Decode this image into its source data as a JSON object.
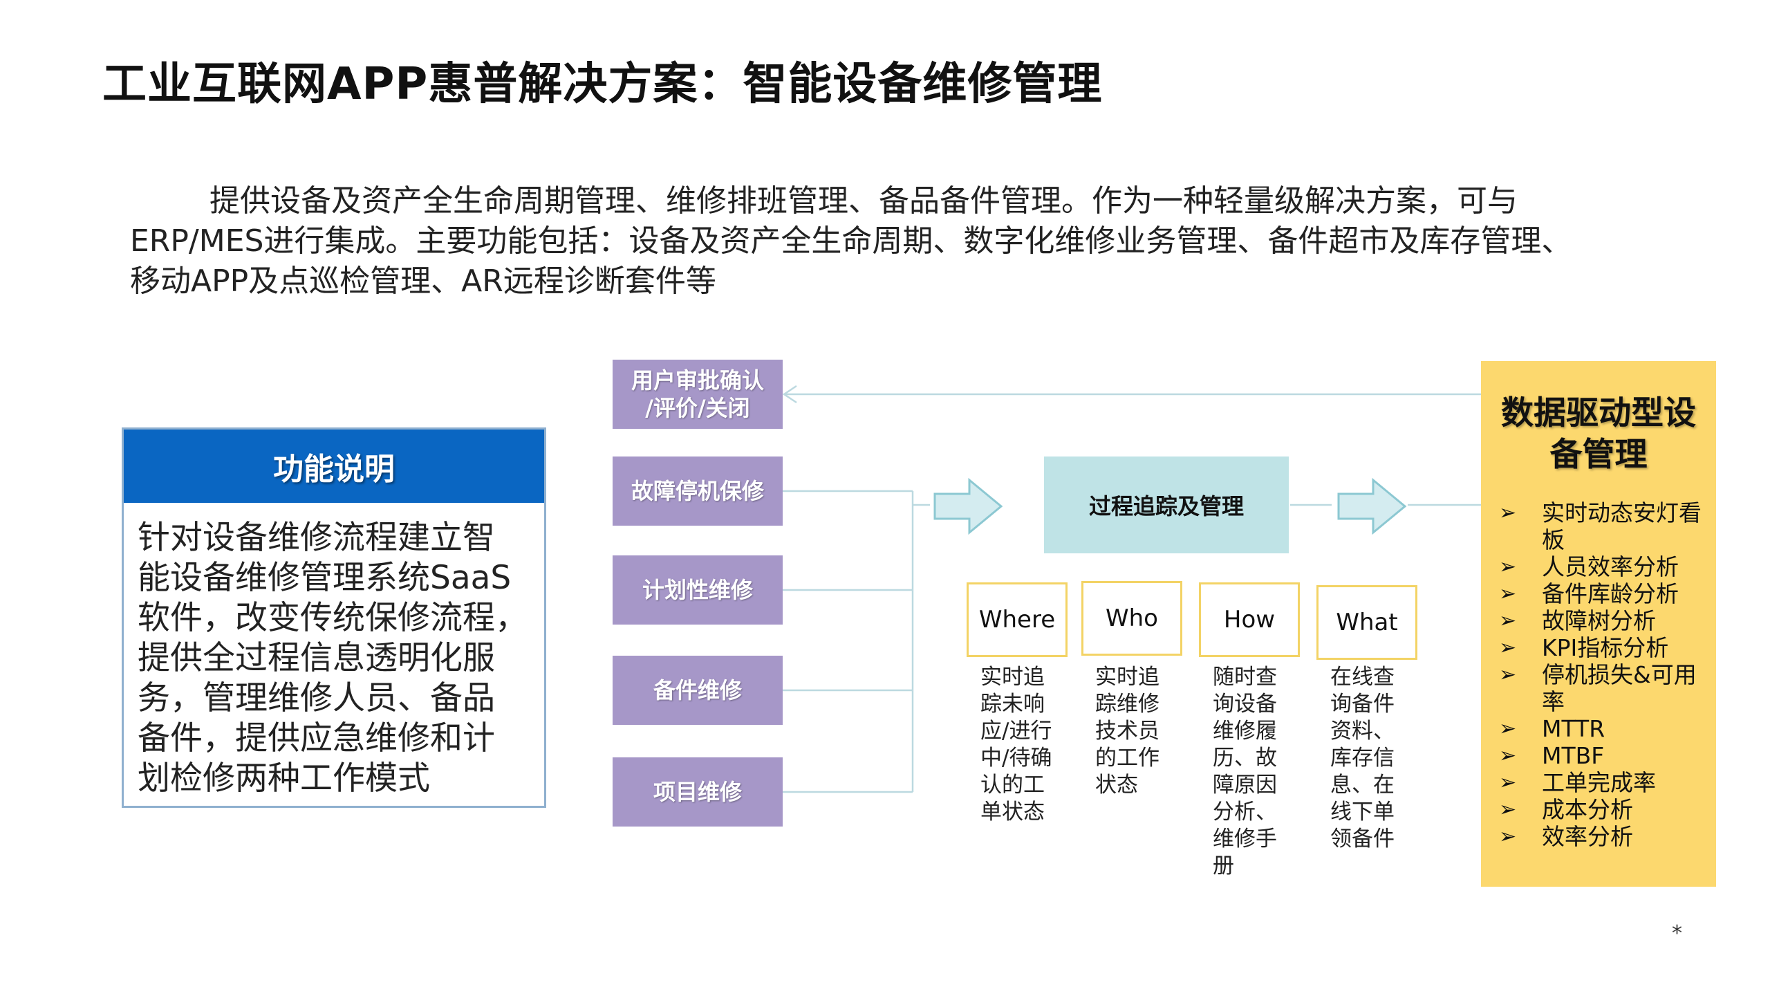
{
  "slide": {
    "title": "工业互联网APP惠普解决方案：智能设备维修管理",
    "intro_lines": [
      "提供设备及资产全生命周期管理、维修排班管理、备品备件管理。作为一种轻量级解决方案，可与",
      "ERP/MES进行集成。主要功能包括：设备及资产全生命周期、数字化维修业务管理、备件超市及库存管理、",
      "移动APP及点巡检管理、AR远程诊断套件等"
    ]
  },
  "function_box": {
    "heading": "功能说明",
    "body_lines": [
      "针对设备维修流程建立智",
      "能设备维修管理系统SaaS",
      "软件，改变传统保修流程，",
      "提供全过程信息透明化服",
      "务，管理维修人员、备品",
      "备件，提供应急维修和计",
      "划检修两种工作模式"
    ]
  },
  "flow": {
    "approval": {
      "line1": "用户审批确认",
      "line2": "/评价/关闭"
    },
    "types": [
      "故障停机保修",
      "计划性维修",
      "备件维修",
      "项目维修"
    ],
    "process": "过程追踪及管理",
    "questions": [
      {
        "label": "Where",
        "desc": [
          "实时追",
          "踪未响",
          "应/进行",
          "中/待确",
          "认的工",
          "单状态"
        ]
      },
      {
        "label": "Who",
        "desc": [
          "实时追",
          "踪维修",
          "技术员",
          "的工作",
          "状态"
        ]
      },
      {
        "label": "How",
        "desc": [
          "随时查",
          "询设备",
          "维修履",
          "历、故",
          "障原因",
          "分析、",
          "维修手",
          "册"
        ]
      },
      {
        "label": "What",
        "desc": [
          "在线查",
          "询备件",
          "资料、",
          "库存信",
          "息、在",
          "线下单",
          "领备件"
        ]
      }
    ]
  },
  "right_panel": {
    "title_line1": "数据驱动型设",
    "title_line2": "备管理",
    "marker": "➢",
    "items": [
      [
        "实时动态安灯看",
        "板"
      ],
      [
        "人员效率分析"
      ],
      [
        "备件库龄分析"
      ],
      [
        "故障树分析"
      ],
      [
        "KPI指标分析"
      ],
      [
        "停机损失&可用",
        "率"
      ],
      [
        "MTTR"
      ],
      [
        "MTBF"
      ],
      [
        "工单完成率"
      ],
      [
        "成本分析"
      ],
      [
        "效率分析"
      ]
    ]
  },
  "footer": {
    "mark": "*"
  },
  "colors": {
    "purple_box": "#a697c8",
    "blue_header": "#0a66c2",
    "teal_box": "#bfe3e6",
    "yellow_panel": "#fcd86e",
    "question_border": "#f3d365",
    "connector": "#bcd9e0"
  }
}
